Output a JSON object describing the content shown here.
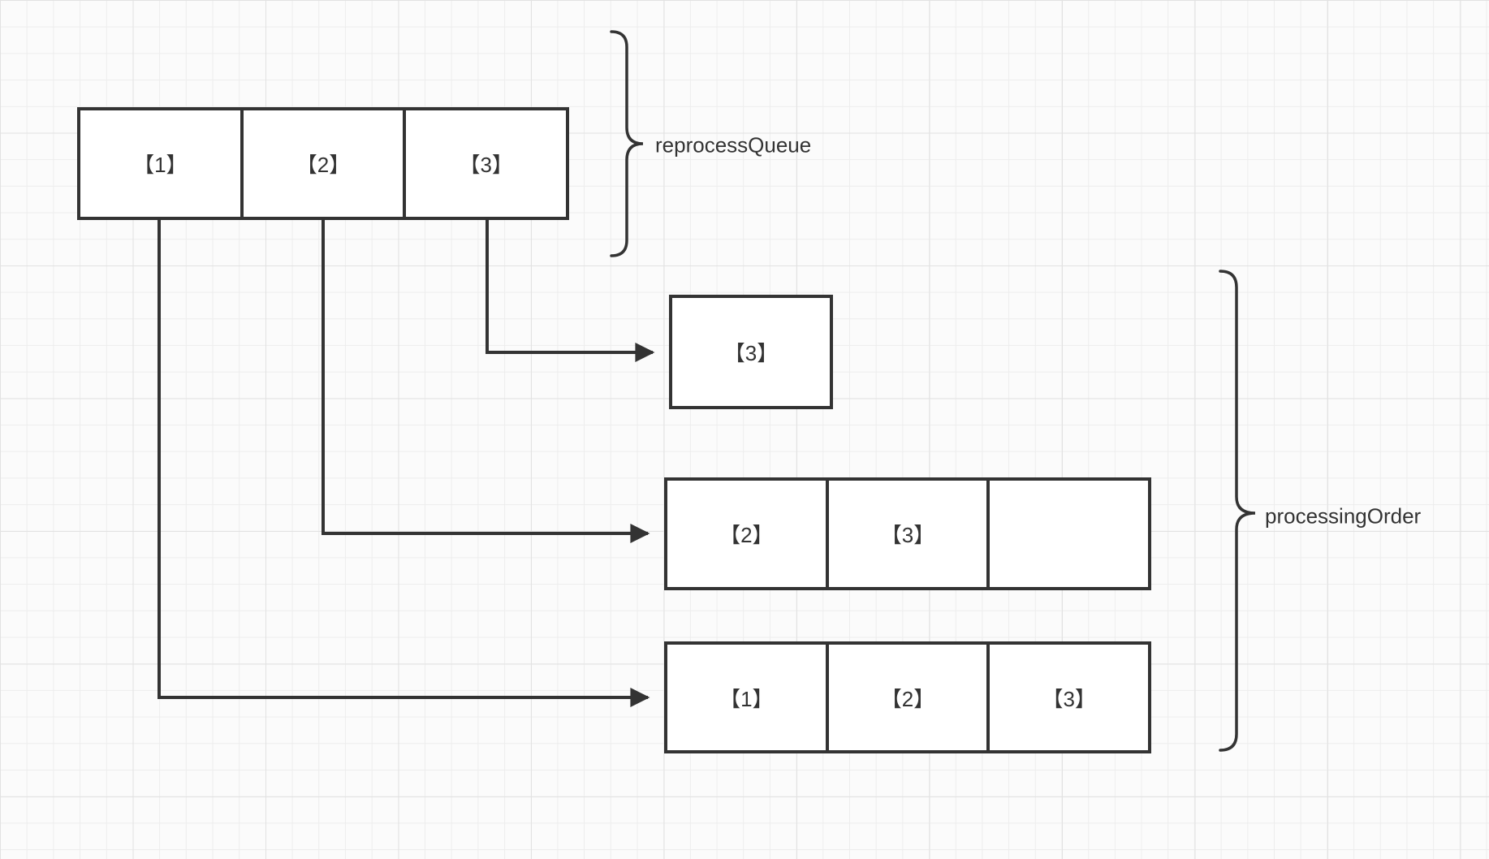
{
  "reprocess_queue": {
    "label": "reprocessQueue",
    "cells": [
      "【1】",
      "【2】",
      "【3】"
    ]
  },
  "processing_order": {
    "label": "processingOrder",
    "steps": [
      {
        "cells": [
          "【3】"
        ]
      },
      {
        "cells": [
          "【2】",
          "【3】",
          ""
        ]
      },
      {
        "cells": [
          "【1】",
          "【2】",
          "【3】"
        ]
      }
    ]
  },
  "colors": {
    "stroke": "#333333",
    "box_fill": "#ffffff",
    "background": "#fbfbfb",
    "grid_minor": "#ededed",
    "grid_major": "#e2e2e2"
  }
}
